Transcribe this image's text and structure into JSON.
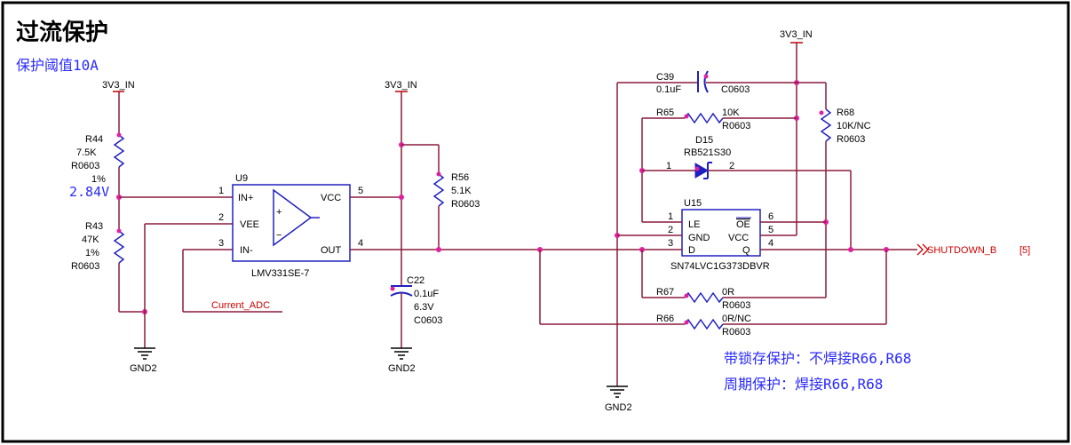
{
  "title": "过流保护",
  "subtitle": "保护阈值10A",
  "note_line1": "带锁存保护：不焊接R66,R68",
  "note_line2": "周期保护：焊接R66,R68",
  "voltage_node": "2.84V",
  "power": {
    "left": "3V3_IN",
    "middle": "3V3_IN",
    "right": "3V3_IN"
  },
  "ground": {
    "left": "GND2",
    "middle": "GND2",
    "right": "GND2"
  },
  "R44": {
    "ref": "R44",
    "value": "7.5K",
    "pkg": "R0603",
    "tol": "1%"
  },
  "R43": {
    "ref": "R43",
    "value": "47K",
    "pkg": "R0603",
    "tol": "1%"
  },
  "R56": {
    "ref": "R56",
    "value": "5.1K",
    "pkg": "R0603"
  },
  "R65": {
    "ref": "R65",
    "value": "10K",
    "pkg": "R0603"
  },
  "R68": {
    "ref": "R68",
    "value": "10K/NC",
    "pkg": "R0603"
  },
  "R67": {
    "ref": "R67",
    "value": "0R",
    "pkg": "R0603"
  },
  "R66": {
    "ref": "R66",
    "value": "0R/NC",
    "pkg": "R0603"
  },
  "C39": {
    "ref": "C39",
    "value": "0.1uF",
    "pkg": "C0603"
  },
  "C22": {
    "ref": "C22",
    "value": "0.1uF",
    "voltage": "6.3V",
    "pkg": "C0603"
  },
  "D15": {
    "ref": "D15",
    "part": "RB521S30",
    "pin1": "1",
    "pin2": "2"
  },
  "U9": {
    "ref": "U9",
    "part": "LMV331SE-7",
    "pins": {
      "inp_name": "IN+",
      "vee_name": "VEE",
      "inn_name": "IN-",
      "vcc_name": "VCC",
      "out_name": "OUT",
      "inp_num": "1",
      "vee_num": "2",
      "inn_num": "3",
      "vcc_num": "5",
      "out_num": "4"
    },
    "plus": "+",
    "minus": "−"
  },
  "U15": {
    "ref": "U15",
    "part": "SN74LVC1G373DBVR",
    "pins": {
      "le_name": "LE",
      "gnd_name": "GND",
      "d_name": "D",
      "oe_name": "OE",
      "vcc_name": "VCC",
      "q_name": "Q",
      "le_num": "1",
      "gnd_num": "2",
      "d_num": "3",
      "oe_num": "6",
      "vcc_num": "5",
      "q_num": "4"
    }
  },
  "net_current_adc": "Current_ADC",
  "net_shutdown": "SHUTDOWN_B",
  "net_shutdown_ref": "[5]"
}
